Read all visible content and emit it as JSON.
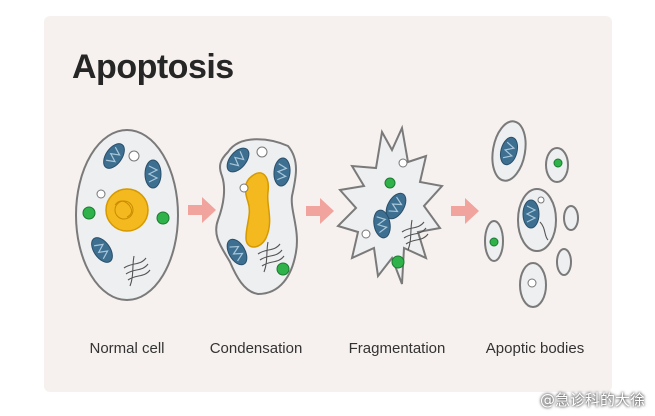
{
  "title": "Apoptosis",
  "stages": [
    {
      "label": "Normal cell"
    },
    {
      "label": "Condensation"
    },
    {
      "label": "Fragmentation"
    },
    {
      "label": "Apoptic bodies"
    }
  ],
  "watermark": "@急诊科的大徐",
  "icons": {
    "arrow": "arrow-right-icon",
    "logo": "weibo-logo-icon"
  },
  "colors": {
    "panel_bg": "#f6f1ee",
    "cell_fill": "#eeeff1",
    "cell_stroke": "#7a7a7a",
    "nucleus": "#f3b91f",
    "mitochondria": "#3d6f91",
    "green_vesicle": "#2fb24a",
    "arrow": "#f1a39e"
  }
}
